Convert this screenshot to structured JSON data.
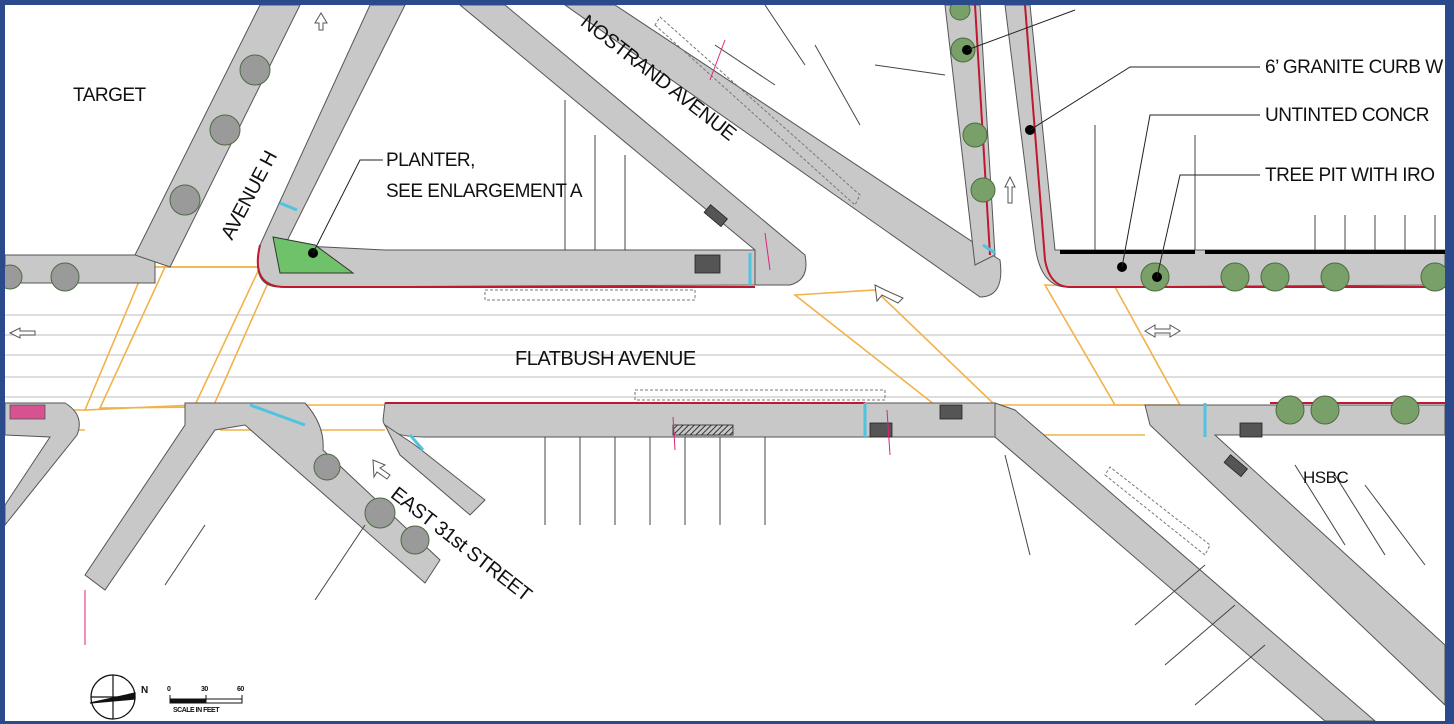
{
  "labels": {
    "target": "TARGET",
    "avenue_h": "AVENUE H",
    "nostrand": "NOSTRAND AVENUE",
    "flatbush": "FLATBUSH AVENUE",
    "east31": "EAST 31st STREET",
    "hsbc": "HSBC",
    "planter_line1": "PLANTER,",
    "planter_line2": "SEE ENLARGEMENT A"
  },
  "callouts": {
    "curb": "6’ GRANITE CURB W",
    "concrete": "UNTINTED CONCR",
    "tree_pit": "TREE PIT WITH IRO"
  },
  "scale": {
    "ticks": [
      "0",
      "30",
      "60"
    ],
    "caption": "SCALE IN FEET",
    "north": "N"
  },
  "colors": {
    "frame": "#2b4a8c",
    "sidewalk": "#c8c8c8",
    "curb": "#c0182e",
    "crosswalk": "#f2b24a",
    "planter": "#6fc26a",
    "ramp": "#4fc3e0",
    "tree": "#7aa06a",
    "annotation": "#e0217a"
  }
}
